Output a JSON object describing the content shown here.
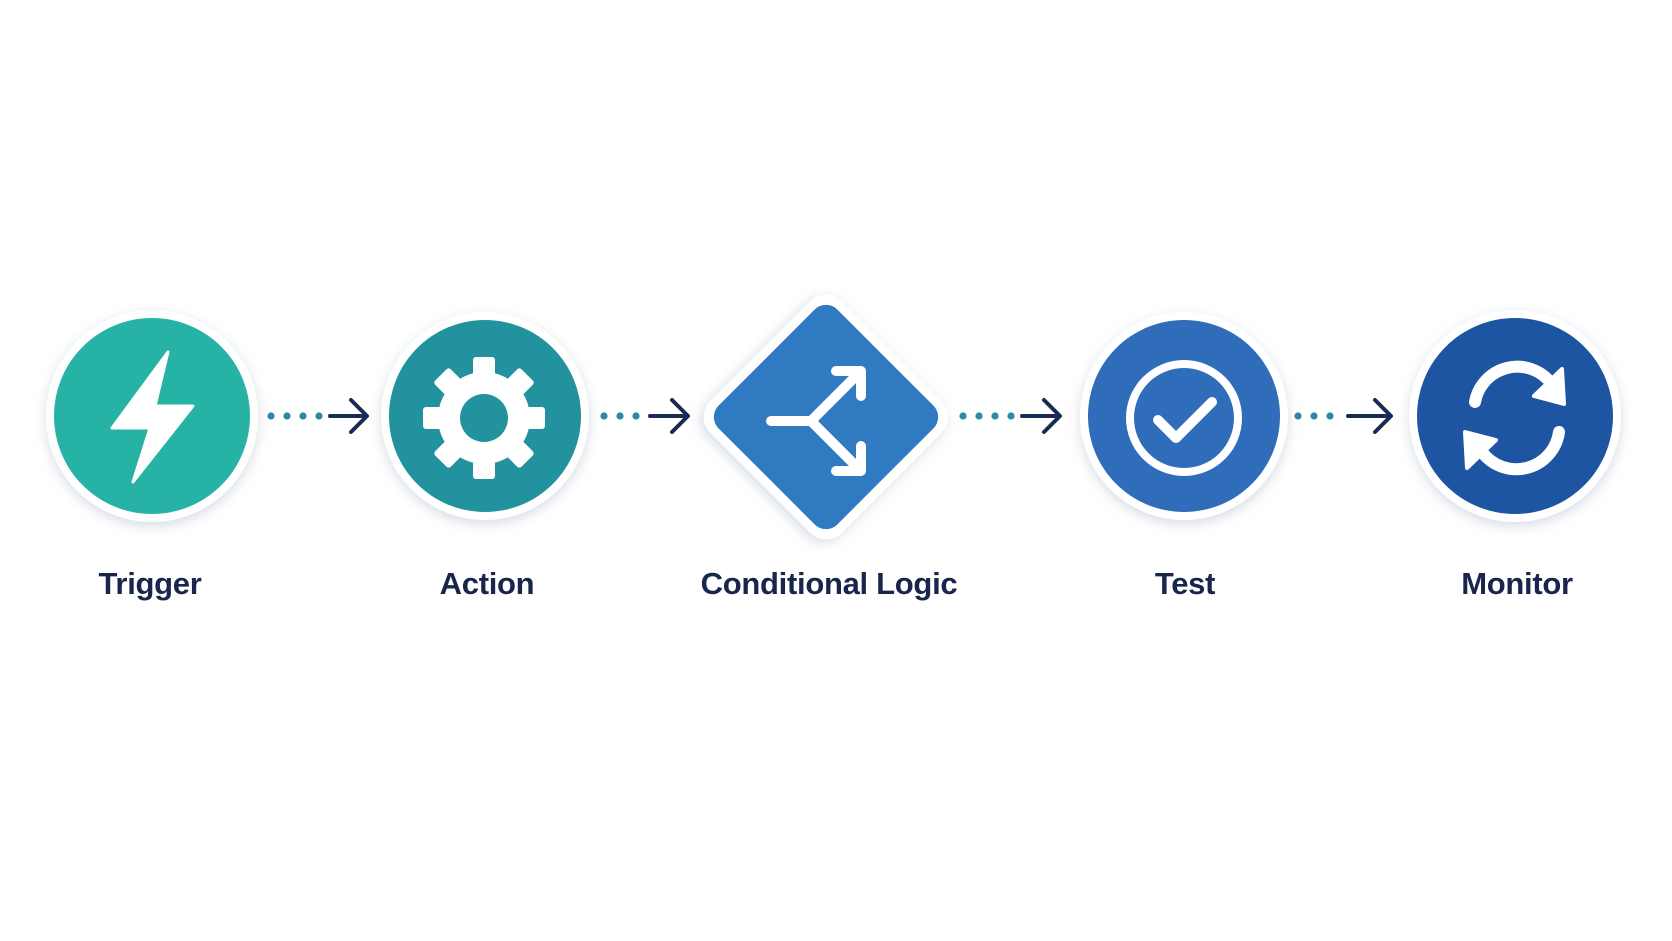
{
  "colors": {
    "background": "#ffffff",
    "label_text": "#18264b",
    "connector_dots": "#2a8aa6",
    "connector_arrow": "#1b2a55",
    "node_border": "#ffffff",
    "icon_fill": "#ffffff"
  },
  "steps": [
    {
      "label": "Trigger",
      "icon": "lightning-bolt-icon",
      "shape": "circle",
      "color": "#26b2a4"
    },
    {
      "label": "Action",
      "icon": "gear-icon",
      "shape": "circle",
      "color": "#22929e"
    },
    {
      "label": "Conditional Logic",
      "icon": "split-arrows-icon",
      "shape": "diamond",
      "color": "#2f7ac0"
    },
    {
      "label": "Test",
      "icon": "check-circle-icon",
      "shape": "circle",
      "color": "#2f6dbb"
    },
    {
      "label": "Monitor",
      "icon": "refresh-icon",
      "shape": "circle",
      "color": "#1d55a3"
    }
  ],
  "connectors": [
    {
      "from": "Trigger",
      "to": "Action"
    },
    {
      "from": "Action",
      "to": "Conditional Logic"
    },
    {
      "from": "Conditional Logic",
      "to": "Test"
    },
    {
      "from": "Test",
      "to": "Monitor"
    }
  ]
}
